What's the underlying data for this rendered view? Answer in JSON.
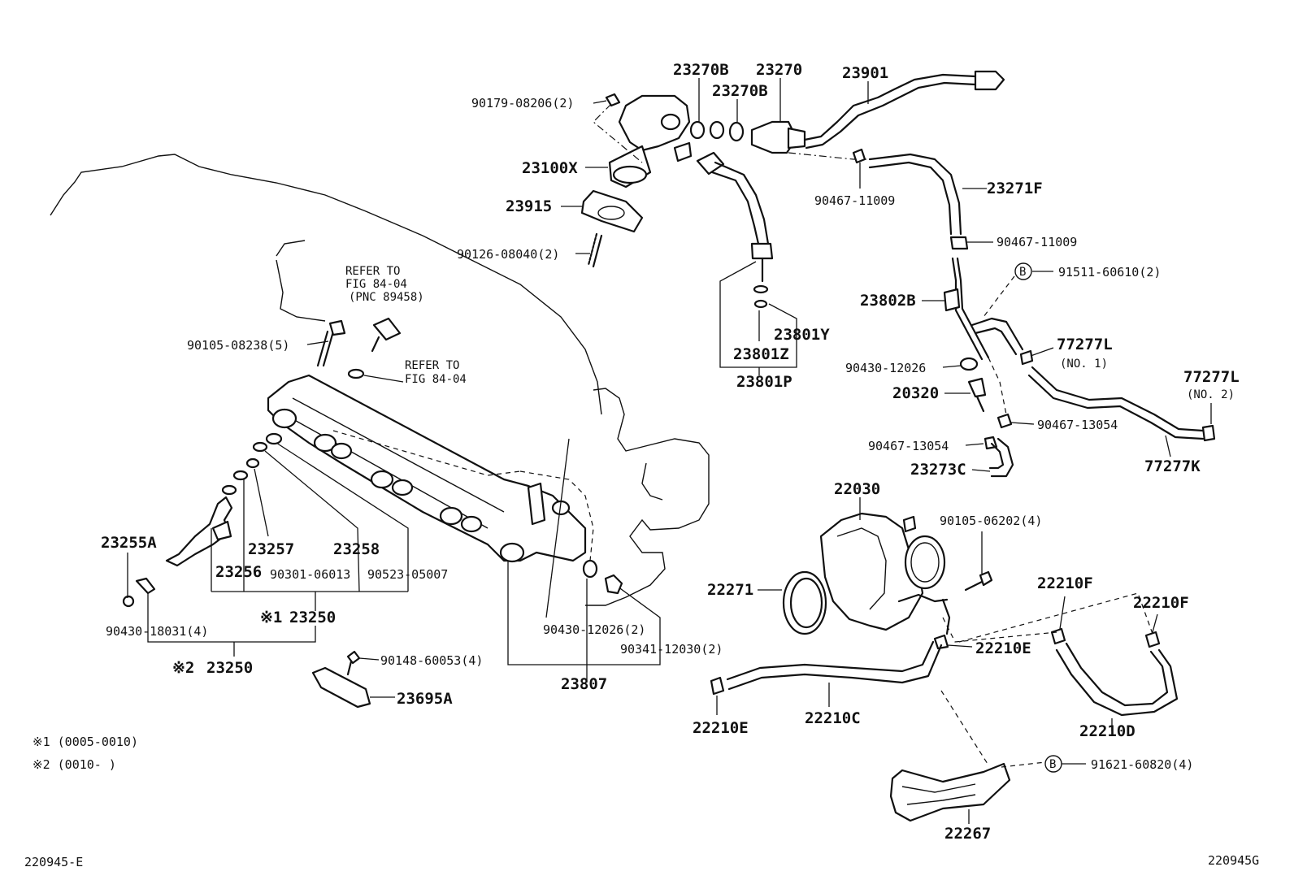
{
  "labels": {
    "p23270b_a": "23270B",
    "p23270": "23270",
    "p23901": "23901",
    "p23270b_b": "23270B",
    "p90179": "90179-08206(2)",
    "p23100x": "23100X",
    "p90467_11009_a": "90467-11009",
    "p23271f": "23271F",
    "p23915": "23915",
    "p90126": "90126-08040(2)",
    "p90467_11009_b": "90467-11009",
    "b1": "B",
    "p91511": "91511-60610(2)",
    "refer1_l1": "REFER TO",
    "refer1_l2": "FIG 84-04",
    "refer1_l3": "(PNC 89458)",
    "p23802b": "23802B",
    "p23801y": "23801Y",
    "p90105_08238": "90105-08238(5)",
    "p23801z": "23801Z",
    "p77277l_1": "77277L",
    "p77277l_1_no": "(NO. 1)",
    "p90430_12026_a": "90430-12026",
    "refer2_l1": "REFER TO",
    "refer2_l2": "FIG 84-04",
    "p77277l_2": "77277L",
    "p77277l_2_no": "(NO. 2)",
    "p23801p": "23801P",
    "p20320": "20320",
    "p90467_13054_a": "90467-13054",
    "p90467_13054_b": "90467-13054",
    "p23273c": "23273C",
    "p77277k": "77277K",
    "p22030": "22030",
    "p90105_06202": "90105-06202(4)",
    "p23255a": "23255A",
    "p23257": "23257",
    "p23258": "23258",
    "p23256": "23256",
    "p90301": "90301-06013",
    "p90523": "90523-05007",
    "p22271": "22271",
    "p22210f_a": "22210F",
    "p22210f_b": "22210F",
    "mark1_sym": "※1",
    "p23250_a": "23250",
    "p90430_18031": "90430-18031(4)",
    "p90430_12026_b": "90430-12026(2)",
    "p90341": "90341-12030(2)",
    "p22210e_a": "22210E",
    "mark2_sym": "※2",
    "p23250_b": "23250",
    "p90148": "90148-60053(4)",
    "p23807": "23807",
    "p23695a": "23695A",
    "p22210e_b": "22210E",
    "p22210c": "22210C",
    "p22210d": "22210D",
    "note1": "※1 (0005-0010)",
    "note2": "※2 (0010-     )",
    "b2": "B",
    "p91621": "91621-60820(4)",
    "p22267": "22267",
    "ref_left": "220945-E",
    "ref_right": "220945G"
  }
}
